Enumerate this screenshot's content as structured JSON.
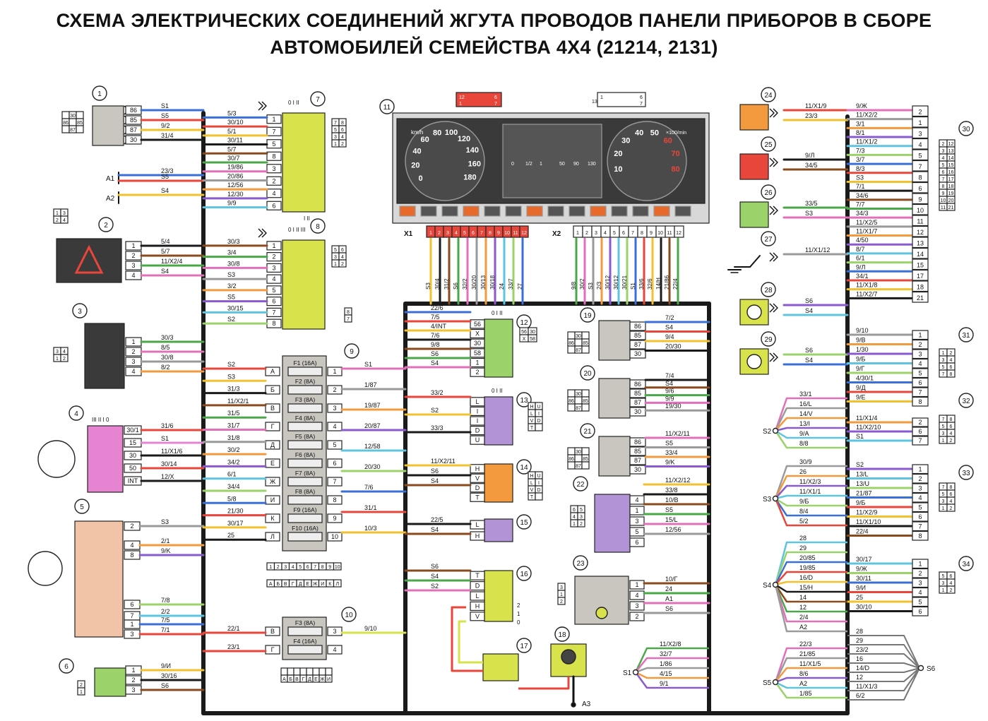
{
  "title": {
    "line1": "СХЕМА ЭЛЕКТРИЧЕСКИХ СОЕДИНЕНИЙ ЖГУТА ПРОВОДОВ ПАНЕЛИ ПРИБОРОВ В СБОРЕ",
    "line2": "АВТОМОБИЛЕЙ СЕМЕЙСТВА 4Х4 (21214, 2131)"
  },
  "colors": {
    "bus": "#1a1a1a",
    "relay": "#c9c6c0",
    "yellowgreen": "#d8e24a",
    "pink": "#e684d2",
    "peach": "#f1c4a8",
    "violet": "#b294d6",
    "orange": "#f39a3e",
    "green": "#9bd36a",
    "red": "#e8463a",
    "fuse": "#c9c6c0",
    "cluster": "#d8d8d8"
  },
  "left_components": [
    {
      "num": "1",
      "pins": [
        "86",
        "85",
        "87",
        "30"
      ],
      "wires": [
        "S1",
        "S5",
        "9/2",
        "31/4"
      ]
    },
    {
      "num": "2",
      "pins": [
        "1",
        "2",
        "3",
        "4"
      ],
      "wires": [
        "5/4",
        "5/7",
        "11/X2/4",
        "S4"
      ]
    },
    {
      "num": "3",
      "pins": [
        "1",
        "2",
        "3",
        "4"
      ],
      "wires": [
        "30/3",
        "8/5",
        "30/8",
        "8/2"
      ]
    },
    {
      "num": "4",
      "pins": [
        "30/1",
        "15",
        "30",
        "50",
        "INT"
      ],
      "wires": [
        "31/6",
        "S1",
        "11/X1/6",
        "30/14",
        "12/X"
      ],
      "positions": "III II I 0"
    },
    {
      "num": "5",
      "pins": [
        "2",
        "4",
        "8",
        "7",
        "6",
        "1",
        "3"
      ],
      "wires": [
        "S3",
        "2/1",
        "9/K",
        "2/2",
        "7/8",
        "7/5",
        "7/1"
      ]
    },
    {
      "num": "6",
      "pins": [
        "1",
        "2",
        "3"
      ],
      "wires": [
        "9/И",
        "30/16",
        "S6"
      ]
    }
  ],
  "grounds": [
    {
      "label": "A1",
      "wires": [
        "23/3",
        "S5"
      ]
    },
    {
      "label": "A2",
      "wires": [
        "S4"
      ]
    }
  ],
  "switch7": {
    "num": "7",
    "positions": "0 I II",
    "positions2": "I II",
    "pins": [
      "1",
      "7",
      "5",
      "8",
      "3",
      "2",
      "4",
      "6"
    ],
    "wires": [
      "5/3",
      "30/10",
      "5/1",
      "30/11",
      "5/7",
      "30/7",
      "19/86",
      "20/86",
      "12/56",
      "12/30",
      "9/9"
    ]
  },
  "switch8": {
    "num": "8",
    "positions": "0 I II III",
    "pins": [
      "1",
      "2",
      "3",
      "4",
      "5",
      "6",
      "7",
      "8"
    ],
    "wires": [
      "30/3",
      "3/4",
      "30/8",
      "S3",
      "3/2",
      "S5",
      "30/15",
      "S2"
    ]
  },
  "fuse_box9": {
    "num": "9",
    "left_letters": [
      "А",
      "Б",
      "В",
      "Г",
      "Д",
      "Е",
      "Ж",
      "И",
      "К",
      "Л"
    ],
    "fuses": [
      "F1 (16A)",
      "F2 (8A)",
      "F3 (8A)",
      "F4 (8A)",
      "F5 (8A)",
      "F6 (8A)",
      "F7 (8A)",
      "F8 (8A)",
      "F9 (16A)",
      "F10 (16A)"
    ],
    "right_nums": [
      "1",
      "2",
      "3",
      "4",
      "5",
      "6",
      "7",
      "8",
      "9",
      "10"
    ],
    "left_wires": [
      "S2",
      "S3",
      "31/3",
      "11/X2/1",
      "31/5",
      "31/7",
      "31/8",
      "30/2",
      "34/2",
      "6/1",
      "34/4",
      "5/8",
      "21/30",
      "30/17",
      "25"
    ],
    "right_wires": [
      "S1",
      "1/87",
      "19/87",
      "20/87",
      "12/58",
      "20/30",
      "7/6",
      "31/1",
      "10/3"
    ],
    "key_nums": [
      "1",
      "2",
      "3",
      "4",
      "5",
      "6",
      "7",
      "8",
      "9",
      "10"
    ],
    "key_letters": [
      "А",
      "Б",
      "В",
      "Г",
      "Д",
      "Е",
      "Ж",
      "И",
      "К",
      "Л"
    ]
  },
  "fuse_box10": {
    "num": "10",
    "left_letters": [
      "В",
      "Г"
    ],
    "fuses": [
      "F3 (8A)",
      "F4 (16A)"
    ],
    "right_nums": [
      "3",
      "4"
    ],
    "wires": [
      "22/1",
      "23/1",
      "9/10"
    ],
    "key_letters": [
      "А",
      "Б",
      "В",
      "Г",
      "Д",
      "Е",
      "Ж",
      "И"
    ]
  },
  "cluster": {
    "num": "11",
    "speed_unit": "km/h",
    "speed_ticks": [
      "0",
      "20",
      "40",
      "60",
      "80",
      "100",
      "120",
      "140",
      "160",
      "180"
    ],
    "tacho_unit": "×100/min",
    "tacho_ticks": [
      "10",
      "20",
      "30",
      "40",
      "50",
      "60",
      "70",
      "80"
    ],
    "fuel_ticks": [
      "0",
      "1/2",
      "1"
    ],
    "temp_ticks": [
      "50",
      "90",
      "130"
    ],
    "x1_label": "X1",
    "x2_label": "X2",
    "x1_pins": [
      "1",
      "2",
      "3",
      "4",
      "5",
      "6",
      "7",
      "8",
      "9",
      "10",
      "11",
      "12"
    ],
    "x2_pins": [
      "1",
      "2",
      "3",
      "4",
      "5",
      "6",
      "7",
      "8",
      "9",
      "10",
      "11",
      "12"
    ],
    "x1_wires": [
      "S3",
      "30/4",
      "31/2",
      "S6",
      "32/2",
      "30/20",
      "30/13",
      "30/18",
      "24",
      "33/7",
      "27"
    ],
    "x2_wires": [
      "9/8",
      "30/2",
      "S3",
      "2/3",
      "30/12",
      "30/12",
      "30/21",
      "S1",
      "33/6",
      "32/6",
      "14/H",
      "21/86",
      "22/4"
    ],
    "connector1_top": [
      "12",
      "1"
    ],
    "connector1_bottom": [
      "6",
      "7"
    ],
    "connector2_top": [
      "13",
      "1"
    ],
    "connector2_bottom": [
      "6",
      "7"
    ]
  },
  "middle_components": [
    {
      "num": "12",
      "positions": "0 I II",
      "pins": [
        "56",
        "X",
        "30",
        "58",
        "1",
        "2"
      ],
      "wires": [
        "22/6",
        "7/5",
        "4/INT",
        "7/6",
        "9/8",
        "S6",
        "S4"
      ],
      "key": [
        "56",
        "30",
        "X",
        "58"
      ]
    },
    {
      "num": "13",
      "positions": "0 I II",
      "pins": [
        "L",
        "I",
        "I",
        "D",
        "U"
      ],
      "wires": [
        "33/2",
        "S2",
        "33/3"
      ],
      "key": [
        "H",
        "U",
        "L",
        "I",
        "V",
        "D",
        "T"
      ]
    },
    {
      "num": "14",
      "pins": [
        "H",
        "V",
        "D",
        "T"
      ],
      "wires": [
        "11/X2/11",
        "S6",
        "S4"
      ],
      "key": [
        "H",
        "U",
        "L",
        "I",
        "V",
        "D",
        "T"
      ]
    },
    {
      "num": "15",
      "pins": [
        "L",
        "H"
      ],
      "wires": [
        "22/5",
        "S4"
      ]
    },
    {
      "num": "16",
      "pins": [
        "T",
        "D",
        "L",
        "H",
        "V"
      ],
      "wires": [
        "S6",
        "S4",
        "S2"
      ],
      "positions": [
        "2",
        "1",
        "0"
      ]
    },
    {
      "num": "17"
    },
    {
      "num": "18",
      "ground": "A3"
    }
  ],
  "relays": [
    {
      "num": "19",
      "pins": [
        "86",
        "85",
        "87",
        "30"
      ],
      "wires": [
        "7/2",
        "S4",
        "9/4",
        "20/30"
      ]
    },
    {
      "num": "20",
      "pins": [
        "86",
        "85",
        "87",
        "30"
      ],
      "wires": [
        "7/4",
        "S4",
        "9/6",
        "9/9",
        "19/30"
      ]
    },
    {
      "num": "21",
      "pins": [
        "86",
        "85",
        "87",
        "30"
      ],
      "wires": [
        "11/X2/11",
        "S5",
        "33/4",
        "9/K"
      ]
    },
    {
      "num": "22",
      "pins": [
        "4",
        "1",
        "3",
        "5",
        "6"
      ],
      "wires": [
        "11/X2/12",
        "33/8",
        "10/B",
        "S5",
        "15/L",
        "12/56"
      ],
      "key": [
        "6",
        "5",
        "4",
        "3",
        "1",
        "2"
      ]
    },
    {
      "num": "23",
      "pins": [
        "1",
        "4",
        "3",
        "2"
      ],
      "wires": [
        "10/Г",
        "24",
        "A1",
        "S6"
      ],
      "key": [
        "3",
        "1",
        "2"
      ]
    }
  ],
  "right_components": [
    {
      "num": "24",
      "wires": [
        "11/X1/9",
        "23/3"
      ]
    },
    {
      "num": "25",
      "wires": [
        "9/Л",
        "34/5"
      ]
    },
    {
      "num": "26",
      "wires": [
        "33/5",
        "S3"
      ]
    },
    {
      "num": "27",
      "wires": [
        "11/X1/12"
      ]
    },
    {
      "num": "28",
      "wires": [
        "S6",
        "S4"
      ]
    },
    {
      "num": "29",
      "wires": [
        "S6",
        "S4"
      ]
    }
  ],
  "connector30": {
    "num": "30",
    "pins": [
      "2",
      "1",
      "3",
      "4",
      "5",
      "7",
      "8",
      "6",
      "9",
      "10",
      "11",
      "12",
      "13",
      "14",
      "15",
      "17",
      "18",
      "21"
    ],
    "wires": [
      "9/Ж",
      "11/X2/2",
      "3/1",
      "8/1",
      "11/X1/2",
      "7/3",
      "3/7",
      "8/3",
      "S3",
      "7/1",
      "34/6",
      "7/7",
      "34/3",
      "11/X2/5",
      "11/X1/7",
      "4/50",
      "8/7",
      "6/1",
      "9/Л",
      "34/1",
      "11/X1/8",
      "11/X2/7"
    ],
    "key": [
      [
        "2",
        "12"
      ],
      [
        "3",
        "13"
      ],
      [
        "4",
        "14"
      ],
      [
        "5",
        "15"
      ],
      [
        "6",
        "16"
      ],
      [
        "7",
        "17"
      ],
      [
        "8",
        "18"
      ],
      [
        "9",
        "19"
      ],
      [
        "10",
        "20"
      ],
      [
        "11",
        "21"
      ]
    ]
  },
  "connector31": {
    "num": "31",
    "pins": [
      "1",
      "2",
      "3",
      "4",
      "5",
      "6",
      "7",
      "8"
    ],
    "wires": [
      "9/10",
      "9/B",
      "1/30",
      "9/Б",
      "9/Г",
      "4/30/1",
      "9/Д",
      "9/E"
    ],
    "key": [
      "1",
      "2",
      "3",
      "4",
      "5",
      "6",
      "7",
      "8"
    ]
  },
  "connector32": {
    "num": "32",
    "pins": [
      "2",
      "6",
      "7"
    ],
    "wires": [
      "11/X1/4",
      "11/X2/10",
      "S1"
    ],
    "key": [
      "7",
      "8",
      "5",
      "6",
      "3",
      "4",
      "1",
      "2"
    ]
  },
  "connector33": {
    "num": "33",
    "pins": [
      "1",
      "2",
      "3",
      "4",
      "5",
      "6",
      "7",
      "8"
    ],
    "wires": [
      "S2",
      "13/L",
      "13/U",
      "21/87",
      "9/Б",
      "11/X2/9",
      "11/X1/10",
      "22/4"
    ],
    "key": [
      "7",
      "8",
      "5",
      "6",
      "3",
      "4",
      "1",
      "2"
    ]
  },
  "connector34": {
    "num": "34",
    "pins": [
      "1",
      "2",
      "3",
      "4",
      "5",
      "6"
    ],
    "wires": [
      "30/17",
      "9/Ж",
      "30/11",
      "9/И",
      "25",
      "30/10"
    ],
    "key": [
      "5",
      "6",
      "3",
      "4",
      "1",
      "2"
    ]
  },
  "splices": [
    {
      "label": "S1",
      "wires": [
        "11/X2/8",
        "32/7",
        "1/86",
        "4/15",
        "9/1"
      ]
    },
    {
      "label": "S2",
      "wires": [
        "33/1",
        "16/L",
        "14/V",
        "13/I",
        "9/A",
        "8/8"
      ]
    },
    {
      "label": "S3",
      "wires": [
        "30/9",
        "26",
        "11/X2/3",
        "11/X1/1",
        "9/Б",
        "8/4",
        "5/2"
      ]
    },
    {
      "label": "S4",
      "wires": [
        "28",
        "29",
        "20/85",
        "19/85",
        "16/D",
        "15/H",
        "14",
        "12",
        "2/4",
        "A2"
      ]
    },
    {
      "label": "S5",
      "wires": [
        "22/3",
        "21/85",
        "11/X1/5",
        "8/6",
        "A2",
        "1/85"
      ]
    },
    {
      "label": "S6",
      "wires": [
        "28",
        "29",
        "23/2",
        "16",
        "14/D",
        "12",
        "11/X1/3",
        "6/2"
      ]
    }
  ]
}
